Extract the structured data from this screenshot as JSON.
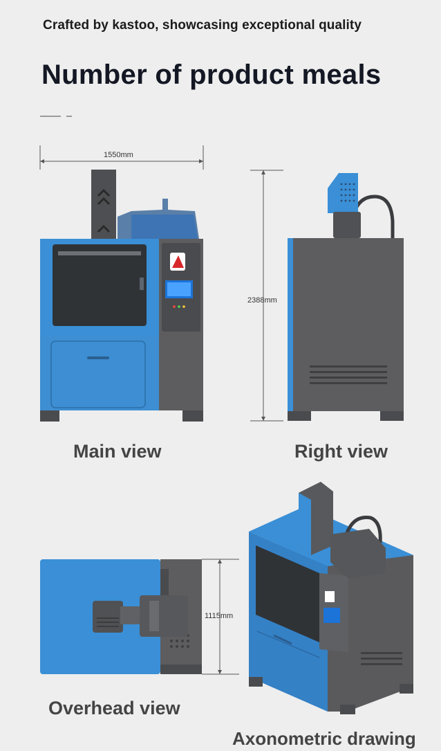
{
  "header": {
    "tagline": "Crafted by kastoo, showcasing exceptional quality",
    "title": "Number of product meals"
  },
  "views": {
    "main": {
      "label": "Main view",
      "dimension": "1550mm"
    },
    "right": {
      "label": "Right view",
      "dimension": "2388mm"
    },
    "overhead": {
      "label": "Overhead view",
      "dimension": "1115mm"
    },
    "axonometric": {
      "label": "Axonometric drawing"
    }
  },
  "colors": {
    "background": "#eeeeee",
    "machine_blue": "#3a8fd6",
    "machine_gray": "#5d5d5f",
    "title_text": "#141824",
    "label_text": "#444444"
  }
}
